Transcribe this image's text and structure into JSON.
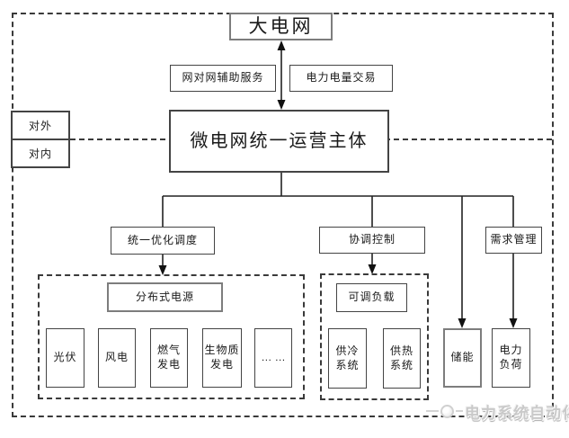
{
  "diagram": {
    "top_box": "大电网",
    "service_left": "网对网辅助服务",
    "service_right": "电力电量交易",
    "main_box": "微电网统一运营主体",
    "boundary": {
      "external": "对外",
      "internal": "对内"
    },
    "functions": [
      {
        "label": "统一优化调度"
      },
      {
        "label": "协调控制"
      },
      {
        "label": "需求管理"
      }
    ],
    "distributed_group": {
      "title": "分布式电源",
      "items": [
        {
          "label": "光伏"
        },
        {
          "label": "风电"
        },
        {
          "label": "燃气\n发电"
        },
        {
          "label": "生物质\n发电"
        },
        {
          "label": "… …"
        }
      ]
    },
    "adjustable_group": {
      "title": "可调负载",
      "items": [
        {
          "label": "供冷\n系统"
        },
        {
          "label": "供热\n系统"
        }
      ]
    },
    "storage_box": "储能",
    "load_box": "电力\n负荷",
    "watermark": "电力系统自动化"
  },
  "colors": {
    "line": "#333333",
    "border_dark": "#444444",
    "border_gray": "#7d7d7d",
    "watermark": "#c9c9c9"
  }
}
